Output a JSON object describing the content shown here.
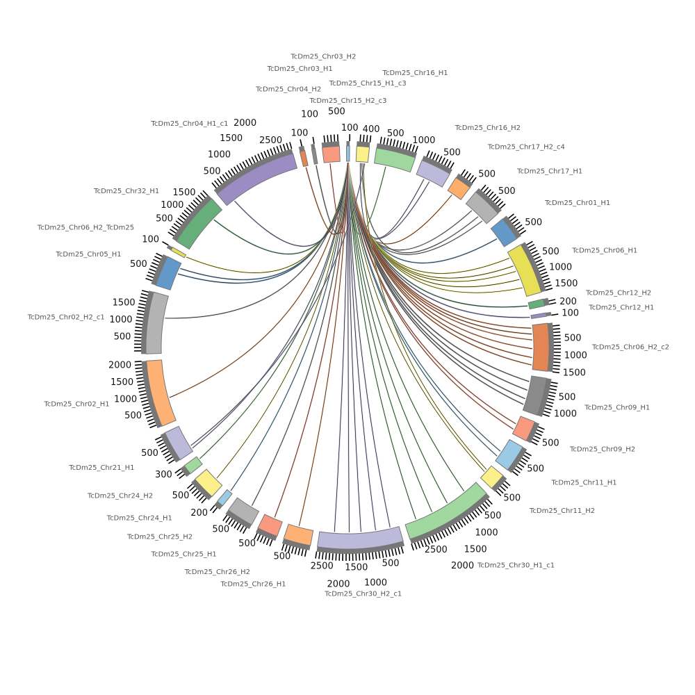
{
  "diagram": {
    "type": "circos",
    "tick_interval": 100,
    "segments": [
      {
        "name": "TcDm25_Chr15_H2_c3",
        "length": 100,
        "color": "#8fc3e3"
      },
      {
        "name": "TcDm25_Chr15_H1_c3",
        "length": 400,
        "color": "#fbef88"
      },
      {
        "name": "TcDm25_Chr16_H1",
        "length": 1250,
        "color": "#a0d79e"
      },
      {
        "name": "TcDm25_Chr16_H2",
        "length": 970,
        "color": "#bcb9da"
      },
      {
        "name": "TcDm25_Chr17_H2_c4",
        "length": 540,
        "color": "#fdae6b"
      },
      {
        "name": "TcDm25_Chr17_H1",
        "length": 970,
        "color": "#b3b3b3"
      },
      {
        "name": "TcDm25_Chr01_H1",
        "length": 760,
        "color": "#6399c9"
      },
      {
        "name": "TcDm25_Chr06_H1",
        "length": 1620,
        "color": "#e7df55"
      },
      {
        "name": "TcDm25_Chr12_H2",
        "length": 220,
        "color": "#66ae7a"
      },
      {
        "name": "TcDm25_Chr12_H1",
        "length": 110,
        "color": "#9b8cc4"
      },
      {
        "name": "TcDm25_Chr06_H2_c2",
        "length": 1500,
        "color": "#e38554"
      },
      {
        "name": "TcDm25_Chr09_H1",
        "length": 1190,
        "color": "#8a8a8a"
      },
      {
        "name": "TcDm25_Chr09_H2",
        "length": 650,
        "color": "#f99a80"
      },
      {
        "name": "TcDm25_Chr11_H1",
        "length": 860,
        "color": "#9acae4"
      },
      {
        "name": "TcDm25_Chr11_H2",
        "length": 540,
        "color": "#fcf08a"
      },
      {
        "name": "TcDm25_Chr30_H1_c1",
        "length": 2800,
        "color": "#a1d89f"
      },
      {
        "name": "TcDm25_Chr30_H2_c1",
        "length": 2700,
        "color": "#bcb9da"
      },
      {
        "name": "TcDm25_Chr26_H1",
        "length": 860,
        "color": "#fdb174"
      },
      {
        "name": "TcDm25_Chr26_H2",
        "length": 650,
        "color": "#f99a80"
      },
      {
        "name": "TcDm25_Chr25_H1",
        "length": 860,
        "color": "#b3b3b3"
      },
      {
        "name": "TcDm25_Chr25_H2",
        "length": 220,
        "color": "#9acae4"
      },
      {
        "name": "TcDm25_Chr24_H1",
        "length": 760,
        "color": "#fcf08a"
      },
      {
        "name": "TcDm25_Chr24_H2",
        "length": 320,
        "color": "#a1d89f"
      },
      {
        "name": "TcDm25_Chr21_H1",
        "length": 970,
        "color": "#bcb9da"
      },
      {
        "name": "TcDm25_Chr02_H1",
        "length": 2100,
        "color": "#fdb174"
      },
      {
        "name": "TcDm25_Chr02_H2_c1",
        "length": 1950,
        "color": "#b3b3b3"
      },
      {
        "name": "TcDm25_Chr05_H1",
        "length": 970,
        "color": "#6399c9"
      },
      {
        "name": "TcDm25_Chr06_H2_TcDm25",
        "length": 110,
        "color": "#e7df55"
      },
      {
        "name": "TcDm25_Chr32_H1",
        "length": 1730,
        "color": "#66ae7a"
      },
      {
        "name": "TcDm25_Chr04_H1_c1",
        "length": 2700,
        "color": "#9b8cc4"
      },
      {
        "name": "TcDm25_Chr04_H2",
        "length": 160,
        "color": "#e38554"
      },
      {
        "name": "TcDm25_Chr03_H1",
        "length": 110,
        "color": "#8a8a8a"
      },
      {
        "name": "TcDm25_Chr03_H2",
        "length": 540,
        "color": "#f99a80"
      }
    ],
    "links": [
      [
        0,
        50,
        2,
        400
      ],
      [
        0,
        50,
        3,
        500
      ],
      [
        0,
        40,
        4,
        200
      ],
      [
        0,
        60,
        5,
        300
      ],
      [
        0,
        50,
        5,
        800
      ],
      [
        0,
        50,
        6,
        400
      ],
      [
        0,
        50,
        7,
        200
      ],
      [
        0,
        50,
        7,
        500
      ],
      [
        0,
        45,
        7,
        700
      ],
      [
        0,
        55,
        7,
        1000
      ],
      [
        0,
        50,
        7,
        1300
      ],
      [
        0,
        50,
        8,
        100
      ],
      [
        0,
        50,
        9,
        60
      ],
      [
        0,
        50,
        10,
        100
      ],
      [
        0,
        50,
        10,
        300
      ],
      [
        0,
        45,
        10,
        500
      ],
      [
        0,
        55,
        10,
        800
      ],
      [
        0,
        50,
        10,
        1100
      ],
      [
        0,
        50,
        10,
        1350
      ],
      [
        0,
        50,
        11,
        200
      ],
      [
        0,
        50,
        11,
        500
      ],
      [
        0,
        50,
        11,
        800
      ],
      [
        0,
        50,
        11,
        1000
      ],
      [
        0,
        50,
        12,
        300
      ],
      [
        0,
        50,
        12,
        500
      ],
      [
        0,
        50,
        13,
        500
      ],
      [
        0,
        50,
        13,
        700
      ],
      [
        0,
        50,
        14,
        300
      ],
      [
        0,
        50,
        15,
        500
      ],
      [
        0,
        50,
        15,
        1200
      ],
      [
        0,
        50,
        15,
        1800
      ],
      [
        0,
        50,
        15,
        2400
      ],
      [
        0,
        50,
        16,
        300
      ],
      [
        0,
        50,
        16,
        800
      ],
      [
        0,
        50,
        16,
        1300
      ],
      [
        0,
        50,
        16,
        1700
      ],
      [
        0,
        50,
        16,
        2200
      ],
      [
        0,
        50,
        17,
        500
      ],
      [
        0,
        50,
        18,
        300
      ],
      [
        0,
        50,
        19,
        300
      ],
      [
        0,
        50,
        20,
        100
      ],
      [
        0,
        50,
        21,
        300
      ],
      [
        0,
        50,
        22,
        200
      ],
      [
        0,
        50,
        23,
        100
      ],
      [
        0,
        50,
        24,
        800
      ],
      [
        0,
        50,
        25,
        1200
      ],
      [
        0,
        50,
        26,
        600
      ],
      [
        0,
        50,
        26,
        800
      ],
      [
        0,
        50,
        27,
        50
      ],
      [
        0,
        50,
        28,
        1300
      ],
      [
        0,
        50,
        29,
        300
      ],
      [
        0,
        50,
        30,
        80
      ],
      [
        0,
        50,
        31,
        50
      ],
      [
        0,
        50,
        32,
        200
      ],
      [
        1,
        200,
        5,
        600
      ],
      [
        1,
        150,
        3,
        300
      ],
      [
        1,
        250,
        14,
        200
      ],
      [
        1,
        300,
        23,
        200
      ]
    ]
  }
}
